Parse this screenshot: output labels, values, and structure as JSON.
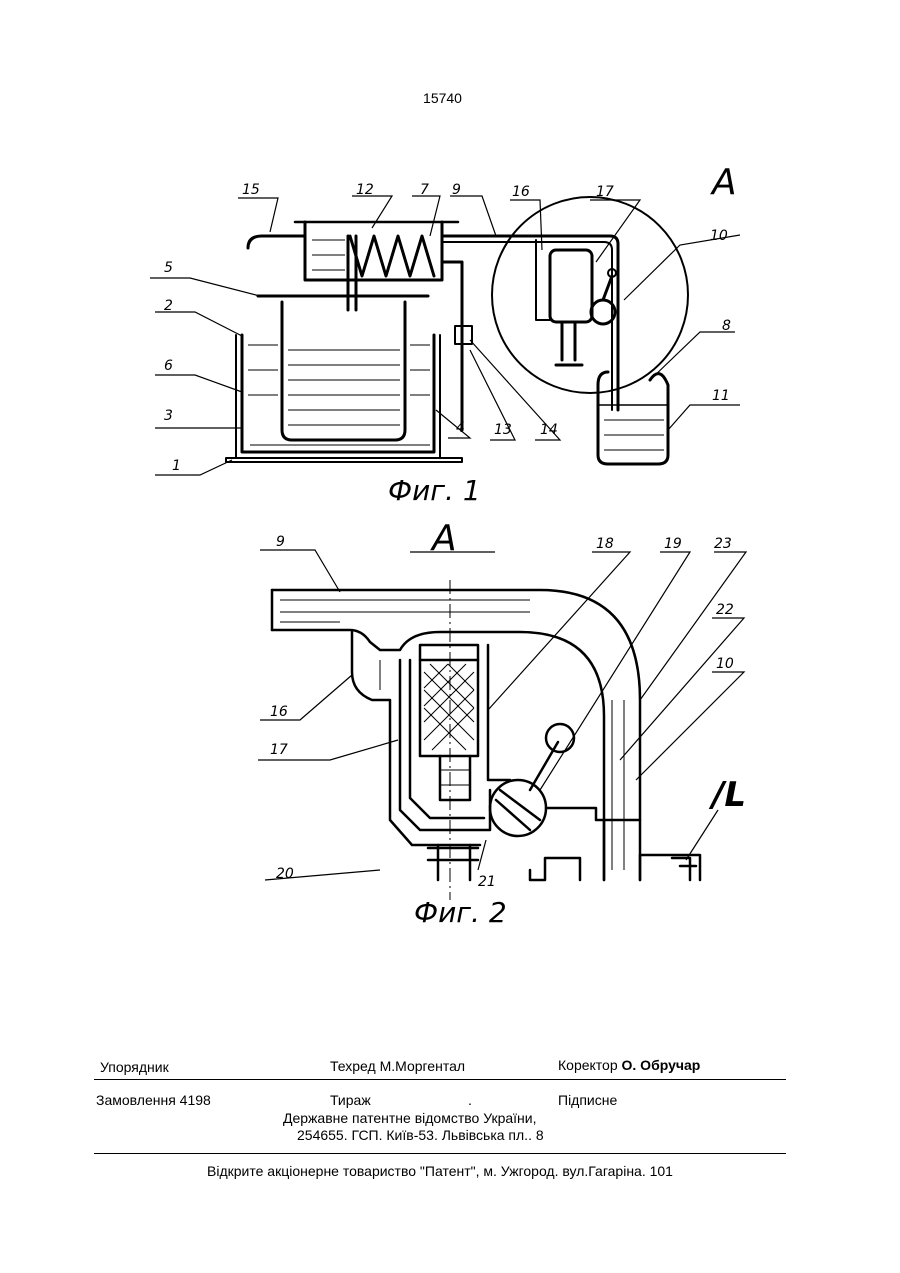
{
  "page_number": "15740",
  "figure1": {
    "caption": "Фиг. 1",
    "labels": [
      "15",
      "12",
      "7",
      "9",
      "16",
      "17",
      "A",
      "10",
      "5",
      "2",
      "6",
      "3",
      "1",
      "4",
      "13",
      "14",
      "8",
      "11"
    ]
  },
  "figure2": {
    "caption": "Фиг. 2",
    "labels": [
      "9",
      "A",
      "18",
      "19",
      "23",
      "22",
      "10",
      "16",
      "17",
      "20",
      "21",
      "/L"
    ]
  },
  "footer": {
    "compiler": "Упорядник",
    "techred": "Техред М.Моргентал",
    "corrector_label": "Коректор",
    "corrector_name": "О. Обручар",
    "order": "Замовлення 4198",
    "circulation": "Тираж",
    "dot": ".",
    "signed": "Підписне",
    "office": "Державне патентне відомство України,",
    "address": "254655. ГСП. Київ-53. Львівська пл.. 8",
    "publisher": "Відкрите акціонерне товариство \"Патент\", м. Ужгород. вул.Гагаріна. 101"
  }
}
